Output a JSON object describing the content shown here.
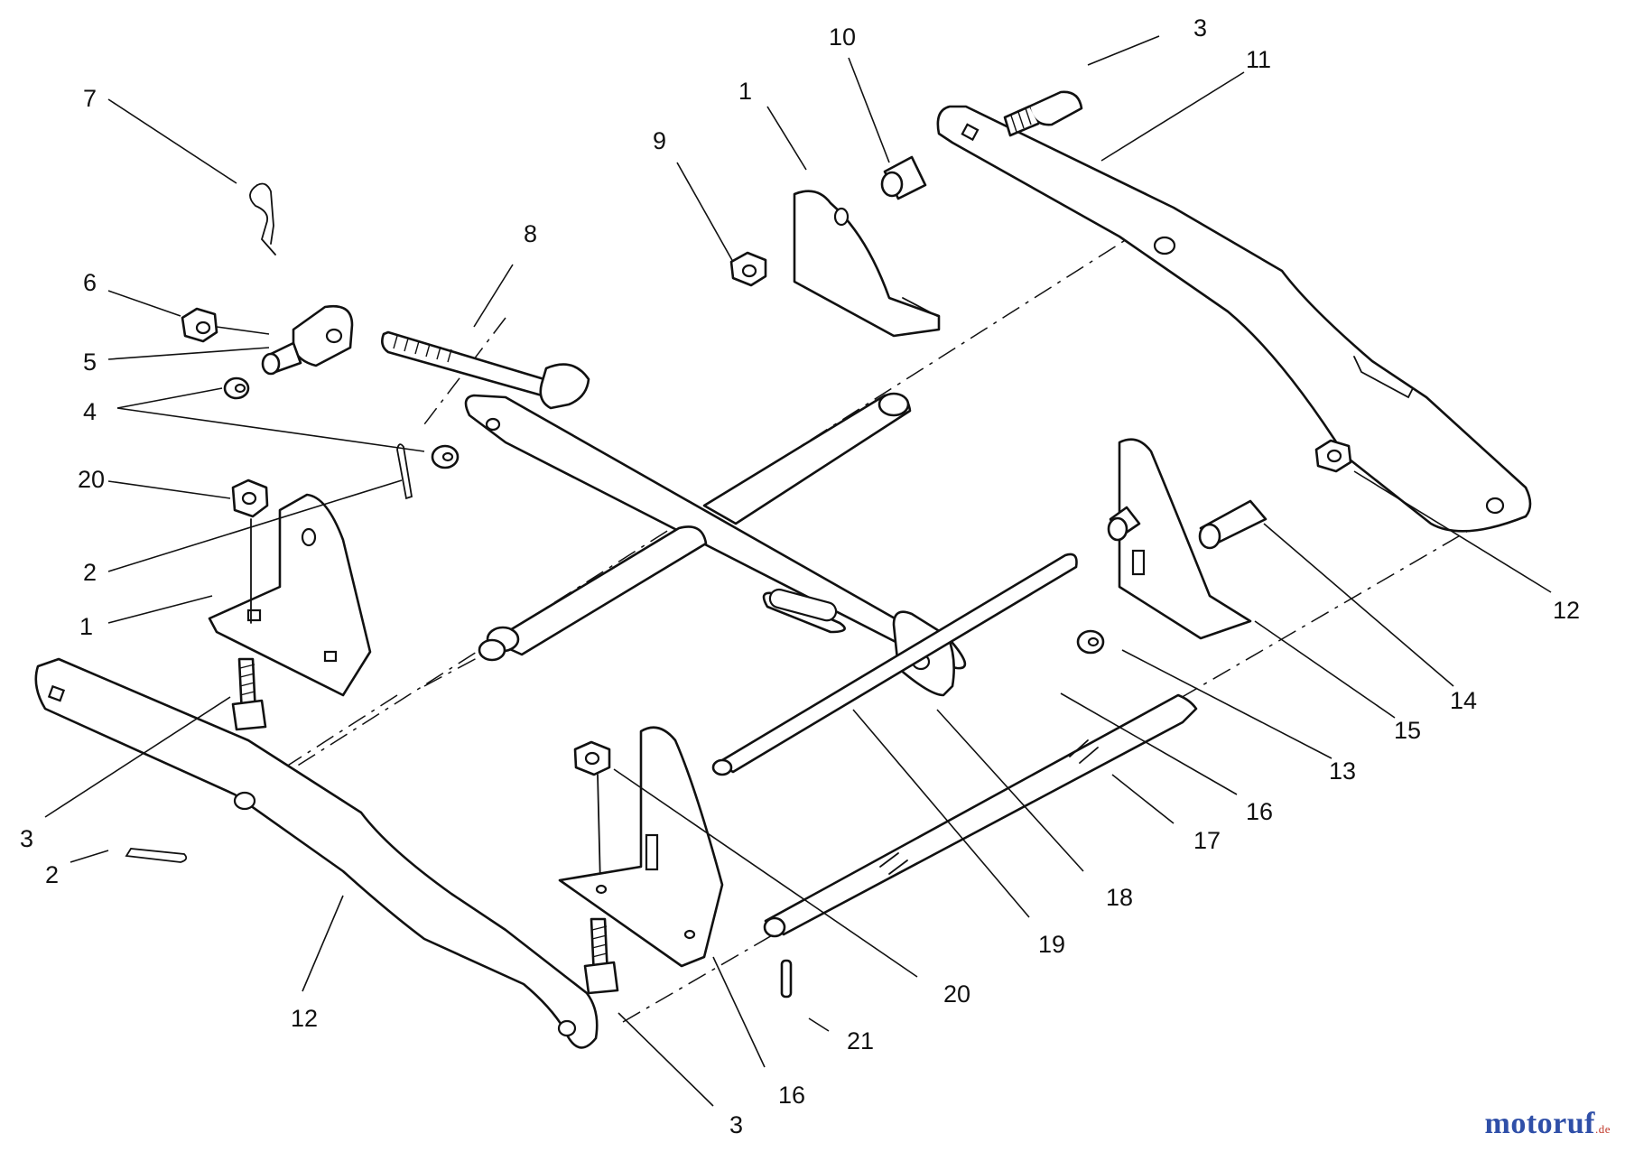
{
  "diagram": {
    "watermark_brand": "motoruf",
    "watermark_domain": ".de",
    "callouts": {
      "c7": "7",
      "c6": "6",
      "c5": "5",
      "c4": "4",
      "c20a": "20",
      "c2a": "2",
      "c1a": "1",
      "c3a": "3",
      "c2b": "2",
      "c12a": "12",
      "c8": "8",
      "c9": "9",
      "c1b": "1",
      "c10": "10",
      "c3b": "3",
      "c11": "11",
      "c12b": "12",
      "c14": "14",
      "c15": "15",
      "c13": "13",
      "c16a": "16",
      "c17": "17",
      "c18": "18",
      "c19": "19",
      "c20b": "20",
      "c21": "21",
      "c16b": "16",
      "c3c": "3"
    }
  }
}
